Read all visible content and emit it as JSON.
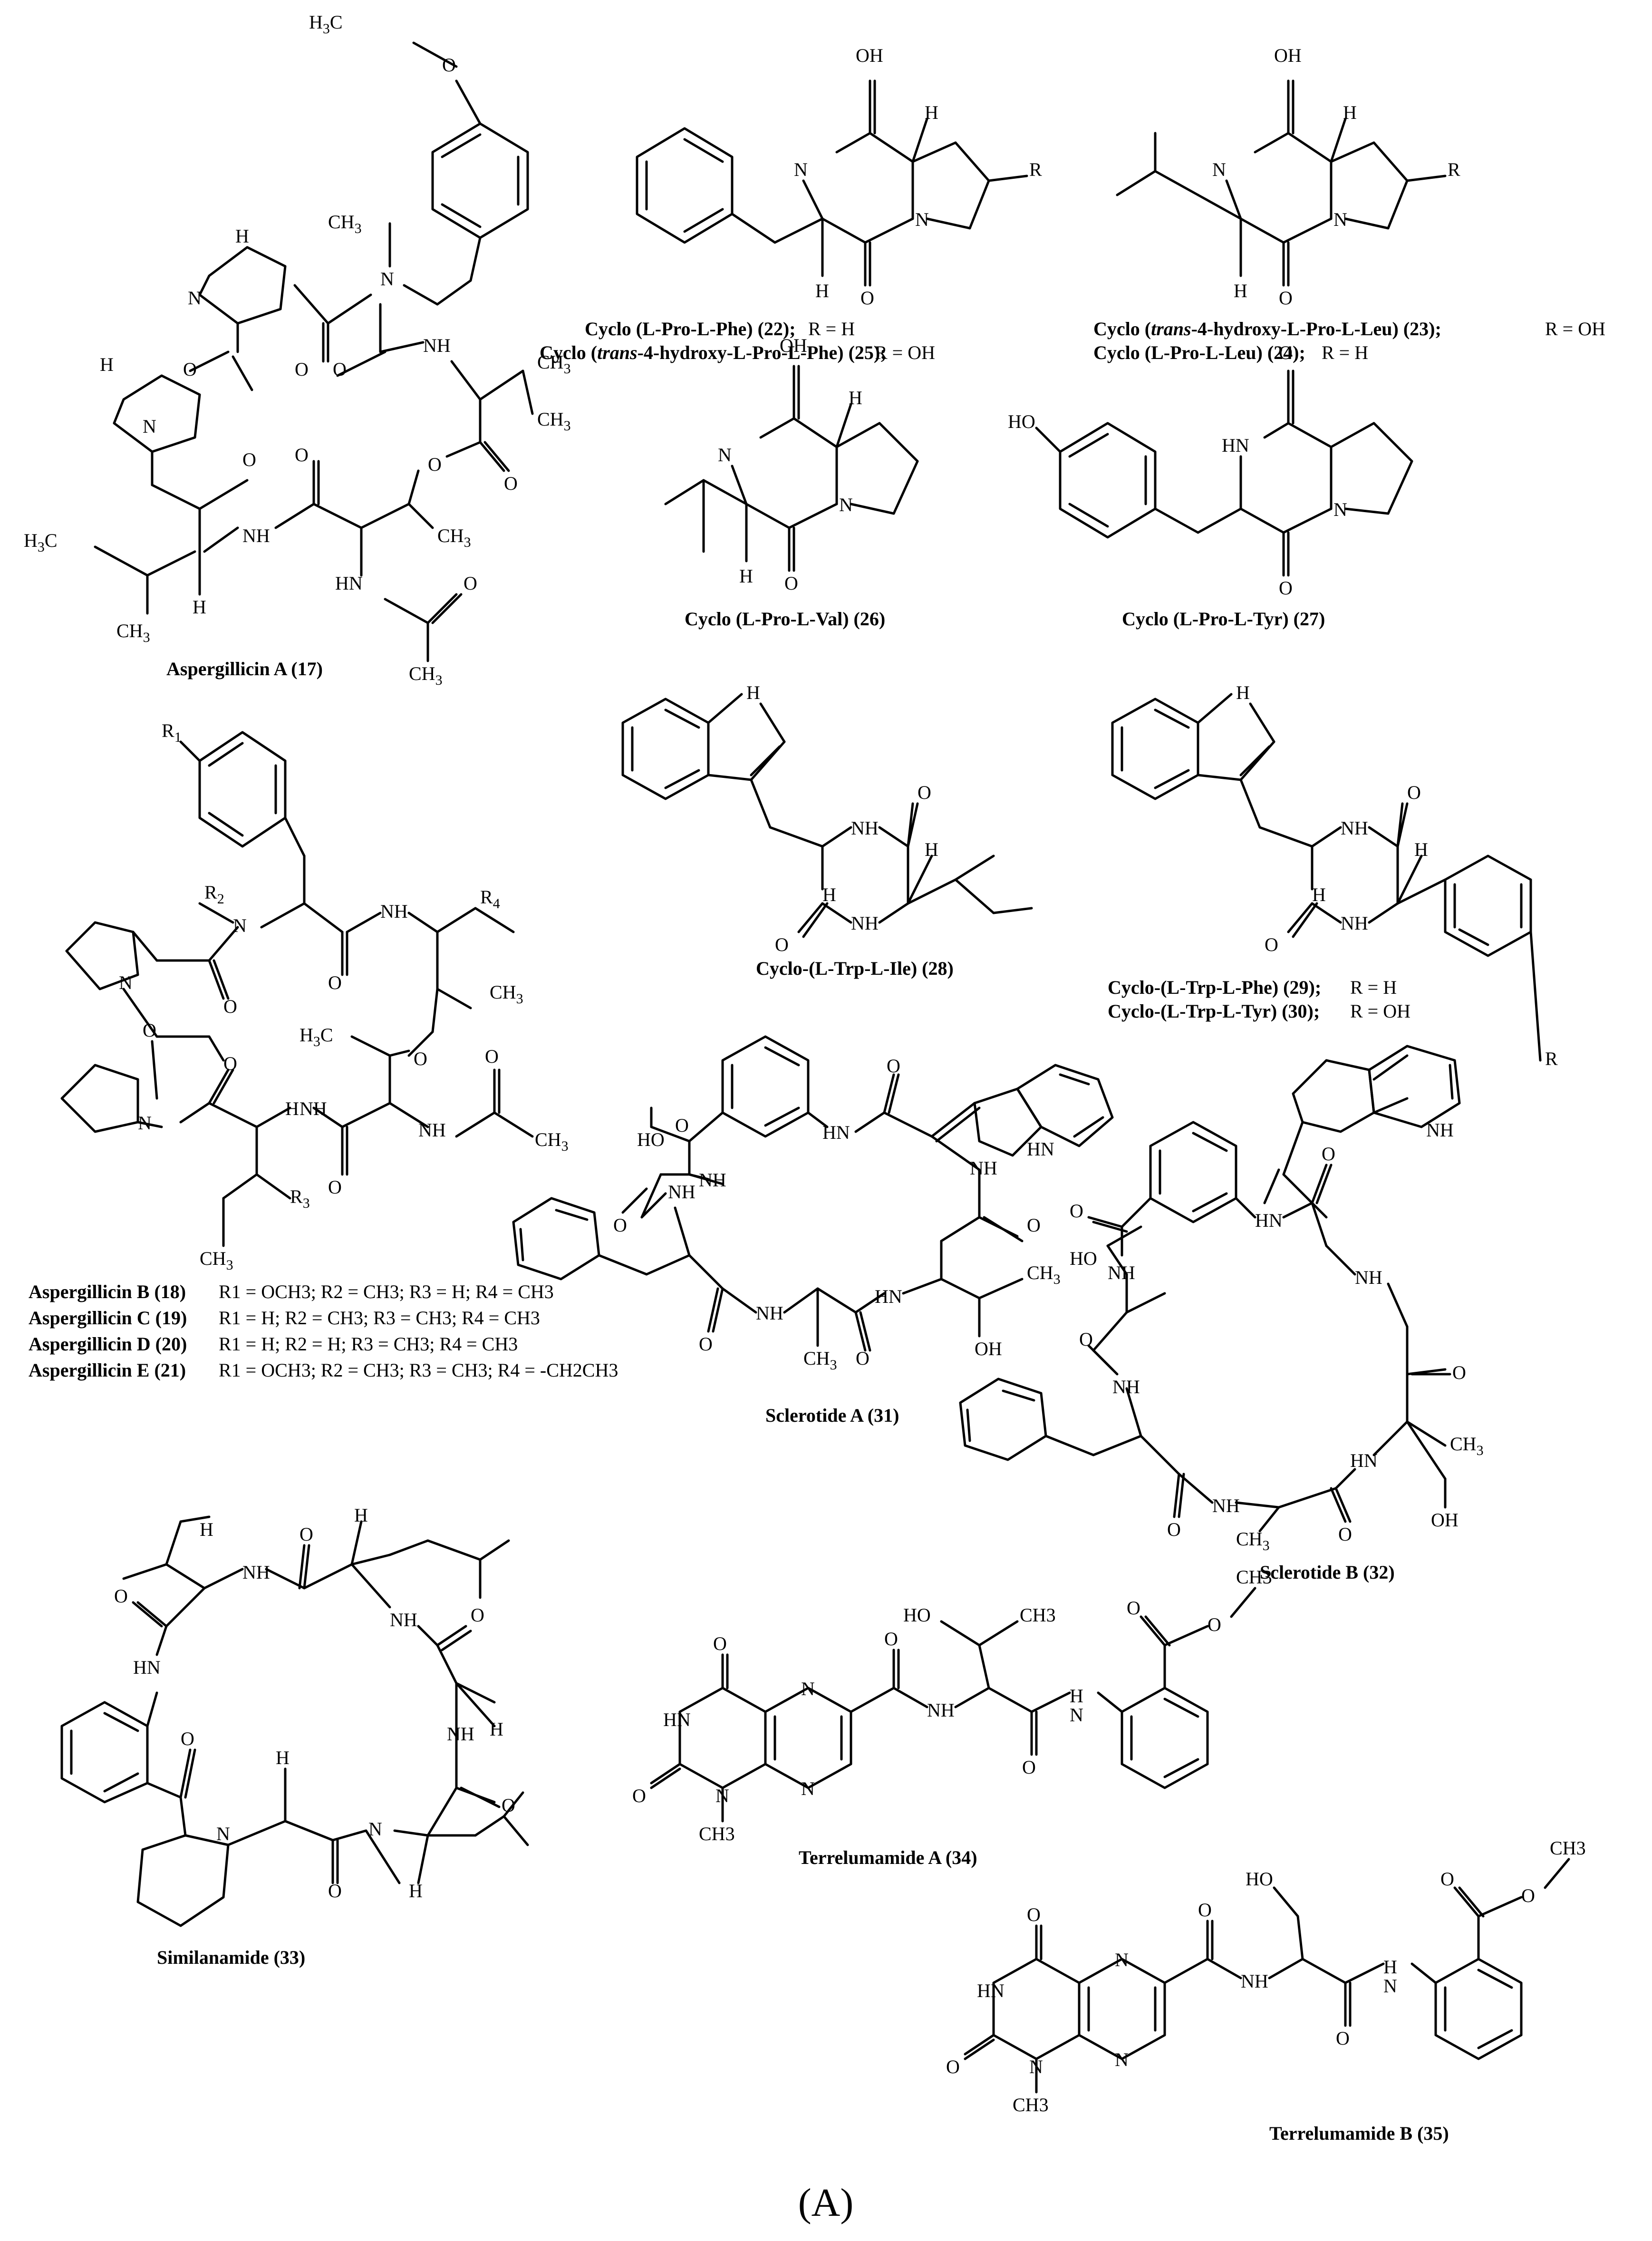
{
  "panel_label": "(A)",
  "compounds": [
    {
      "name": "Aspergillicin A (17)",
      "note": ""
    },
    {
      "name": "Cyclo (L-Pro-L-Phe) (22);",
      "note": "R = H"
    },
    {
      "name_pre": "Cyclo (",
      "name_italic": "trans",
      "name_post": "-4-hydroxy-L-Pro-L-Phe) (25);",
      "note": "R = OH"
    },
    {
      "name_pre": "Cyclo (",
      "name_italic": "trans",
      "name_post": "-4-hydroxy-L-Pro-L-Leu) (23);",
      "note": "R = OH"
    },
    {
      "name": "Cyclo (L-Pro-L-Leu) (24);",
      "note": "R = H"
    },
    {
      "name": "Cyclo (L-Pro-L-Val) (26)",
      "note": ""
    },
    {
      "name": "Cyclo (L-Pro-L-Tyr) (27)",
      "note": ""
    },
    {
      "name": "Cyclo-(L-Trp-L-Ile) (28)",
      "note": ""
    },
    {
      "name": "Cyclo-(L-Trp-L-Phe) (29);",
      "note": "R = H"
    },
    {
      "name": "Cyclo-(L-Trp-L-Tyr) (30);",
      "note": "R = OH"
    },
    {
      "name": "Aspergillicin B (18)",
      "note": "R1 = OCH3; R2 = CH3; R3 = H; R4 = CH3"
    },
    {
      "name": "Aspergillicin C (19)",
      "note": "R1 = H; R2 = CH3; R3 = CH3; R4 = CH3"
    },
    {
      "name": "Aspergillicin D (20)",
      "note": "R1 = H; R2 = H; R3 = CH3; R4 = CH3"
    },
    {
      "name": "Aspergillicin E (21)",
      "note": "R1 = OCH3; R2 = CH3; R3 = CH3; R4 = -CH2CH3"
    },
    {
      "name": "Sclerotide A (31)",
      "note": ""
    },
    {
      "name": "Sclerotide B (32)",
      "note": ""
    },
    {
      "name": "Similanamide (33)",
      "note": ""
    },
    {
      "name": "Terrelumamide A (34)",
      "note": ""
    },
    {
      "name": "Terrelumamide B (35)",
      "note": ""
    }
  ],
  "atoms": {
    "O": "O",
    "OH": "OH",
    "H": "H",
    "N": "N",
    "NH": "NH",
    "HN": "HN",
    "R": "R",
    "R1": "R1",
    "R2": "R2",
    "R3": "R3",
    "R4": "R4",
    "CH3": "CH3",
    "H3C": "H3C",
    "HO": "HO"
  }
}
